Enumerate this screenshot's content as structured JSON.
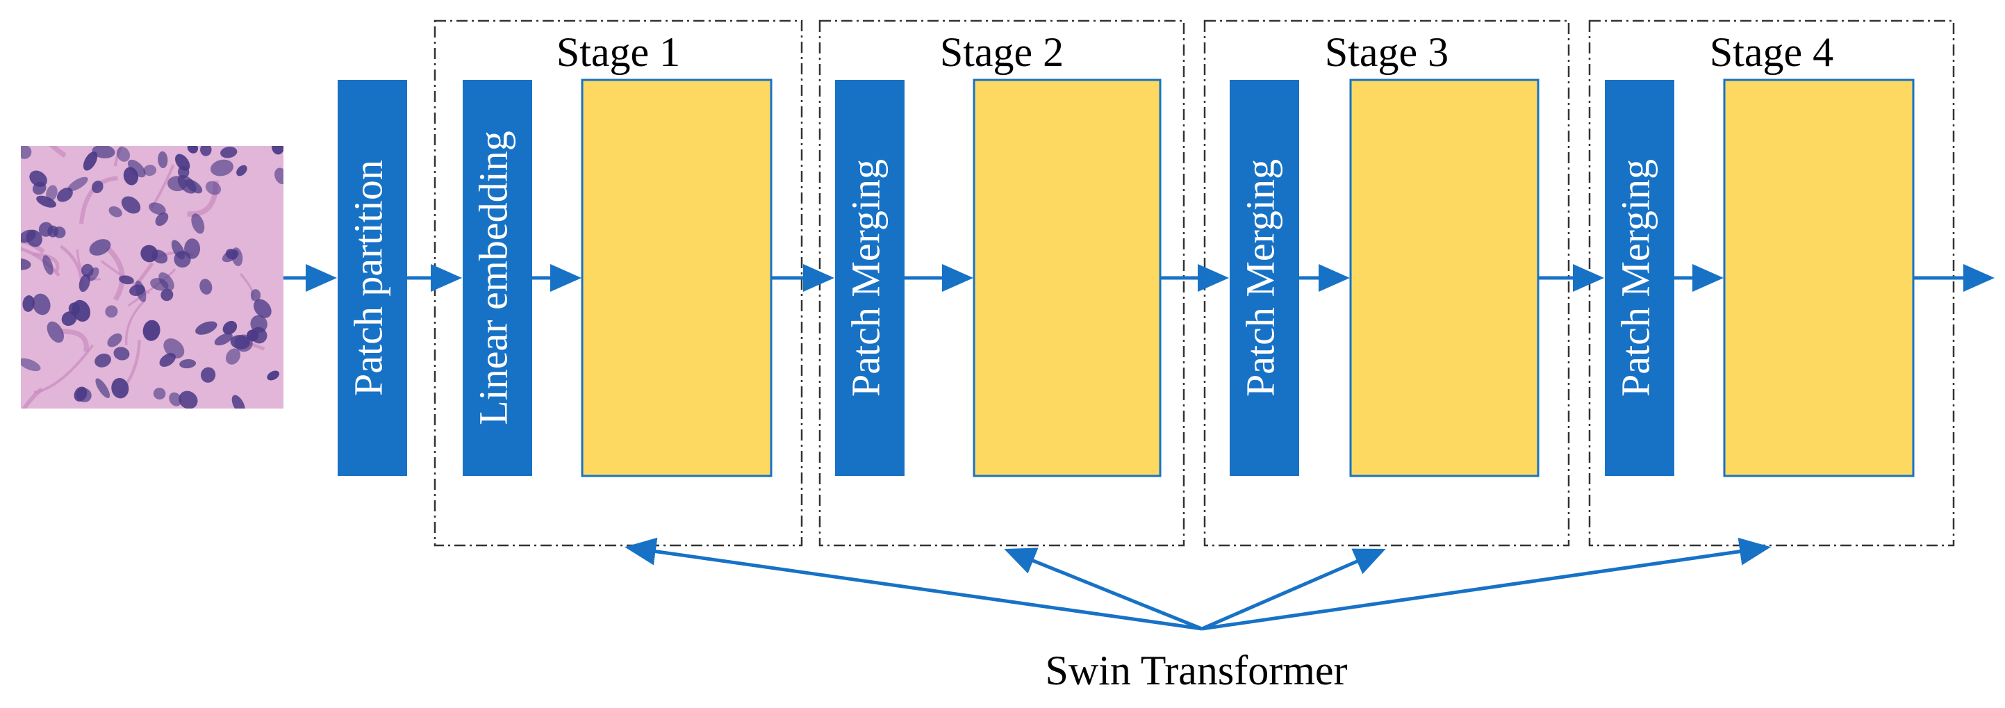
{
  "colors": {
    "block_blue": "#1772C6",
    "block_yellow": "#FDD961",
    "arrow_blue": "#1772C6",
    "stage_border": "#333333"
  },
  "patch_partition_label": "Patch partition",
  "stages": [
    {
      "title": "Stage 1",
      "block_label": "Linear embedding"
    },
    {
      "title": "Stage 2",
      "block_label": "Patch Merging"
    },
    {
      "title": "Stage 3",
      "block_label": "Patch Merging"
    },
    {
      "title": "Stage 4",
      "block_label": "Patch Merging"
    }
  ],
  "swin_label": "Swin Transformer",
  "input_image": {
    "description_icon": "histology-tile-icon",
    "colors": {
      "background": "#E2B6D8",
      "nucleus": "#4A3A86",
      "stroma": "#C98BC0"
    }
  }
}
